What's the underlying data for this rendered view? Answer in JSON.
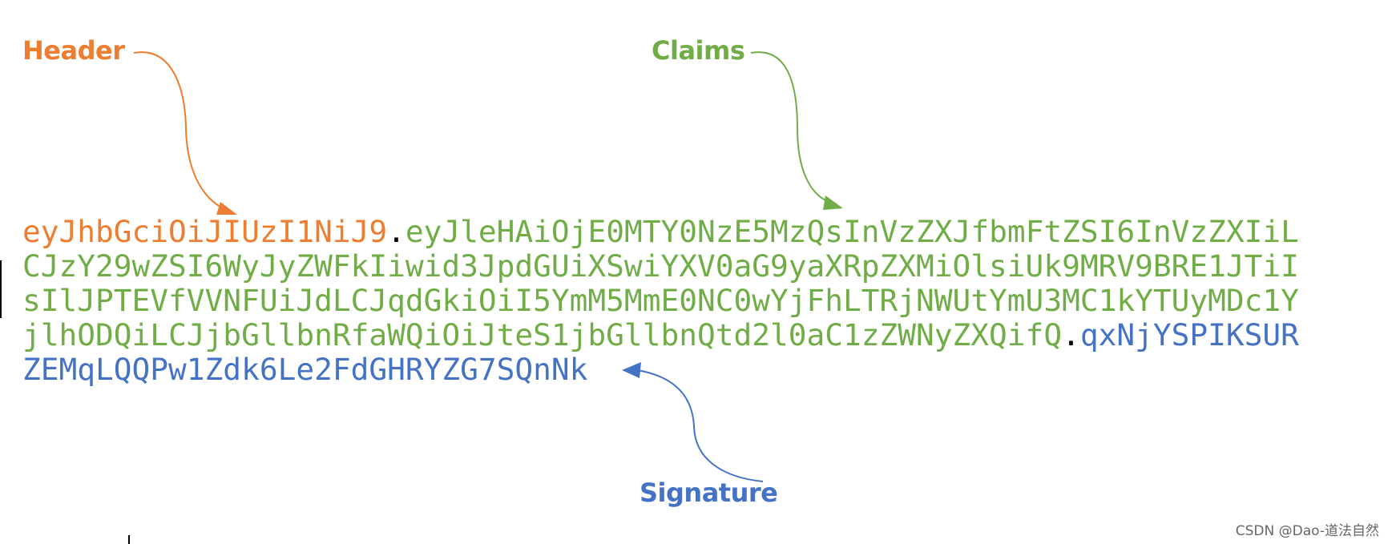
{
  "labels": {
    "header": "Header",
    "claims": "Claims",
    "signature": "Signature"
  },
  "token": {
    "header_part": "eyJhbGciOiJIUzI1NiJ9",
    "separator": ".",
    "claims_lines": [
      "eyJleHAiOjE0MTY0NzE5MzQsInVzZXJfbmFtZSI6InVzZXIiL",
      "CJzY29wZSI6WyJyZWFkIiwid3JpdGUiXSwiYXV0aG9yaXRpZXMiOlsiUk9MRV9BRE1JTiI",
      "sIlJPTEVfVVNFUiJdLCJqdGkiOiI5YmM5MmE0NC0wYjFhLTRjNWUtYmU3MC1kYTUyMDc1Y",
      "jlhODQiLCJjbGllbnRfaWQiOiJteS1jbGllbnQtd2l0aC1zZWNyZXQifQ"
    ],
    "signature_lines": [
      "qxNjYSPIKSUR",
      "ZEMqLQQPw1Zdk6Le2FdGHRYZG7SQnNk"
    ]
  },
  "colors": {
    "header": "#ED7D31",
    "claims": "#70AD47",
    "signature": "#4472C4",
    "separator": "#000000"
  },
  "watermark": "CSDN @Dao-道法自然"
}
